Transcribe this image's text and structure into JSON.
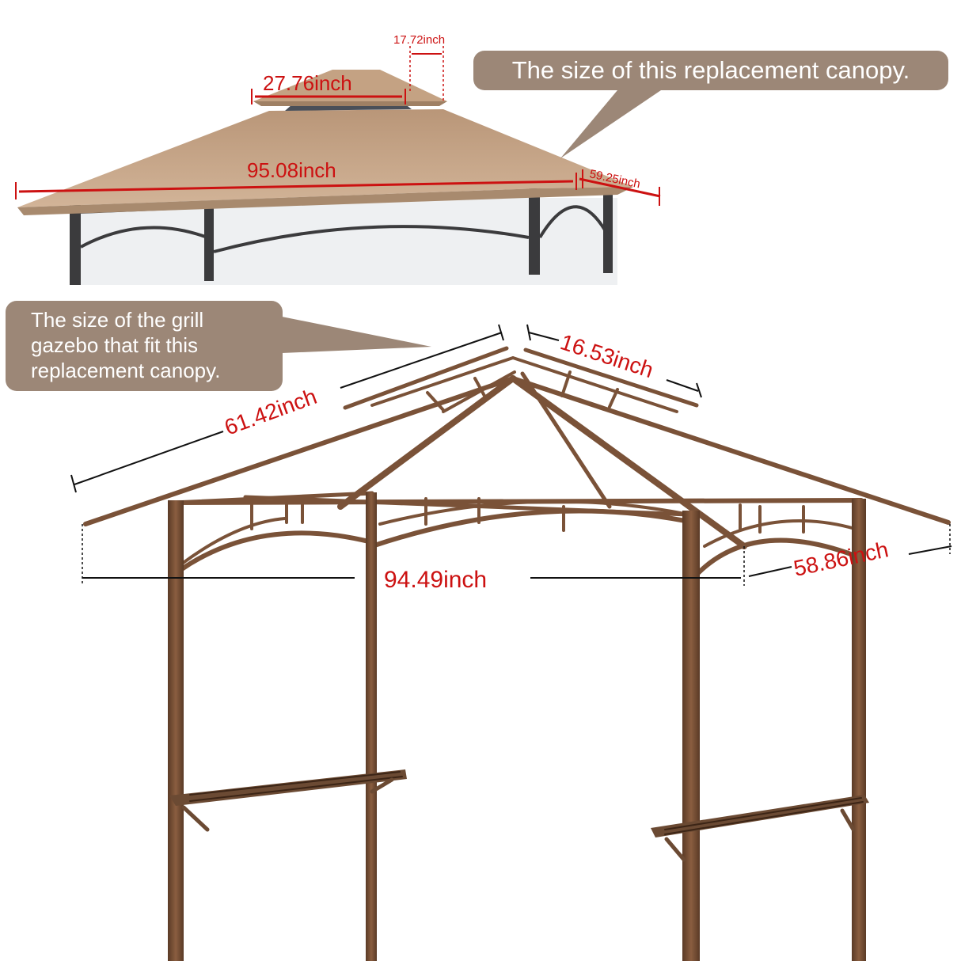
{
  "callouts": {
    "canopy": "The size of this replacement canopy.",
    "gazebo_line1": "The size of the grill",
    "gazebo_line2": "gazebo that fit this",
    "gazebo_line3": "replacement canopy."
  },
  "dimensions": {
    "canopy_top_depth": "17.72inch",
    "canopy_top_width": "27.76inch",
    "canopy_width": "95.08inch",
    "canopy_depth": "59.25inch",
    "frame_top_roof": "16.53inch",
    "frame_roof_slope": "61.42inch",
    "frame_width": "94.49inch",
    "frame_depth": "58.86inch"
  },
  "colors": {
    "dimension_text": "#cc1111",
    "callout_background": "#9c8777",
    "canopy_fabric": "#c8a88a",
    "frame_metal": "#6b4a33"
  }
}
